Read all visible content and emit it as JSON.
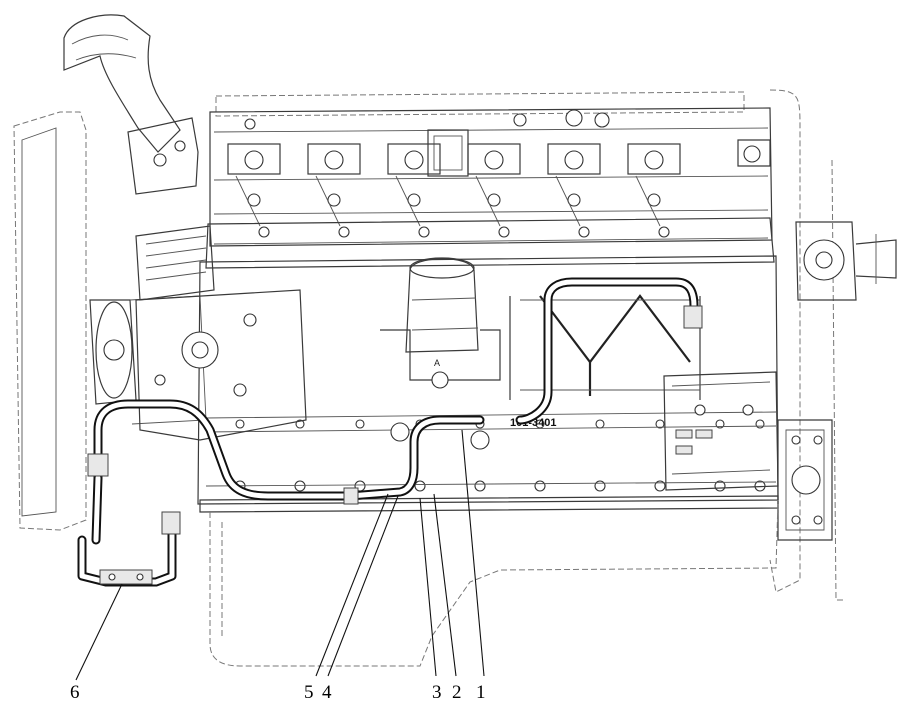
{
  "callouts": [
    {
      "label": "6"
    },
    {
      "label": "5"
    },
    {
      "label": "4"
    },
    {
      "label": "3"
    },
    {
      "label": "2"
    },
    {
      "label": "1"
    }
  ],
  "part_marking": "101-3401",
  "filter_marking": "A"
}
